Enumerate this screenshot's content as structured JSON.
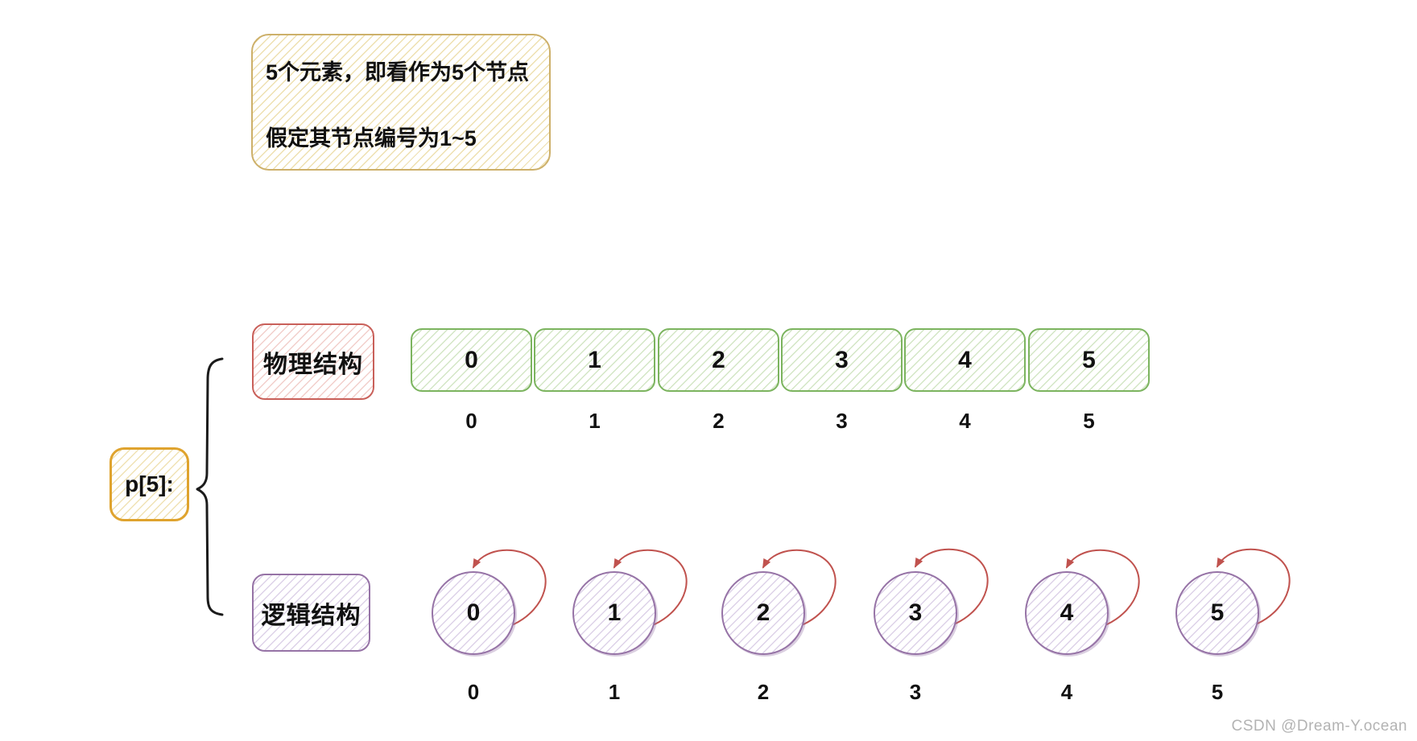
{
  "note": {
    "line1": "5个元素，即看作为5个节点",
    "line2": "假定其节点编号为1~5"
  },
  "pointer": {
    "label": "p[5]:"
  },
  "physical": {
    "label": "物理结构",
    "cells": [
      "0",
      "1",
      "2",
      "3",
      "4",
      "5"
    ],
    "indices": [
      "0",
      "1",
      "2",
      "3",
      "4",
      "5"
    ]
  },
  "logical": {
    "label": "逻辑结构",
    "nodes": [
      "0",
      "1",
      "2",
      "3",
      "4",
      "5"
    ],
    "indices": [
      "0",
      "1",
      "2",
      "3",
      "4",
      "5"
    ]
  },
  "watermark": "CSDN @Dream-Y.ocean",
  "colors": {
    "note_border": "#cdb06a",
    "note_hatch": "#eee0b0",
    "pointer_border": "#dfa32e",
    "pointer_hatch": "#f0e2b4",
    "physical_label_border": "#c9605a",
    "physical_label_hatch": "#f2cfcb",
    "cell_border": "#7cb45f",
    "cell_hatch": "#d3e6c5",
    "logical_border": "#9673a6",
    "logical_hatch": "#ddd2e8",
    "arrow": "#c0524e",
    "brace": "#1b1b1b",
    "watermark": "#b3b3b3"
  }
}
